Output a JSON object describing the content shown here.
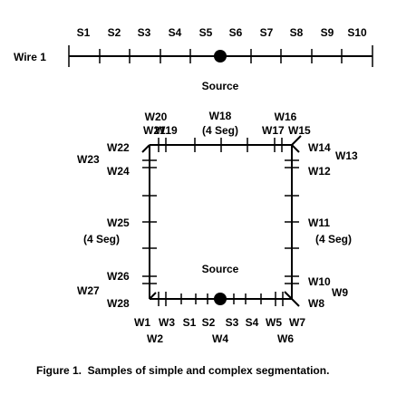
{
  "wire1": {
    "label": "Wire 1",
    "segments": [
      "S1",
      "S2",
      "S3",
      "S4",
      "S5",
      "S6",
      "S7",
      "S8",
      "S9",
      "S10"
    ],
    "source_label": "Source"
  },
  "complex": {
    "source_label": "Source",
    "top": {
      "w20": "W20",
      "w21": "W21",
      "w19": "W19",
      "w18": "W18",
      "w18_seg": "(4 Seg)",
      "w16": "W16",
      "w17": "W17",
      "w15": "W15"
    },
    "left": {
      "w22": "W22",
      "w23": "W23",
      "w24": "W24",
      "w25": "W25",
      "w25_seg": "(4 Seg)",
      "w26": "W26",
      "w27": "W27",
      "w28": "W28"
    },
    "right": {
      "w14": "W14",
      "w13": "W13",
      "w12": "W12",
      "w11": "W11",
      "w11_seg": "(4 Seg)",
      "w10": "W10",
      "w9": "W9",
      "w8": "W8"
    },
    "bottom": {
      "w1": "W1",
      "w3": "W3",
      "s1": "S1",
      "s2": "S2",
      "s3": "S3",
      "s4": "S4",
      "w5": "W5",
      "w7": "W7",
      "w2": "W2",
      "w4": "W4",
      "w6": "W6"
    }
  },
  "caption": "Figure 1.  Samples of simple and complex segmentation."
}
